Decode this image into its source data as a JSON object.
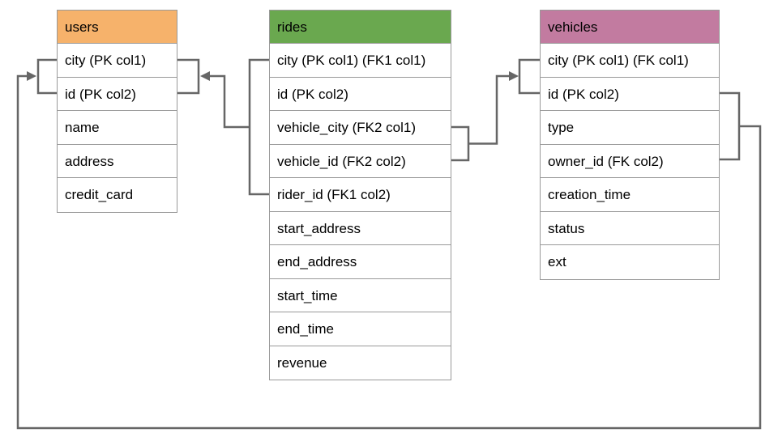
{
  "diagram": {
    "type": "entity-relationship-schema",
    "tables": [
      {
        "name": "users",
        "header_color": "#F6B26B",
        "columns": [
          "city (PK col1)",
          "id (PK col2)",
          "name",
          "address",
          "credit_card"
        ]
      },
      {
        "name": "rides",
        "header_color": "#6AA84F",
        "columns": [
          "city (PK col1) (FK1 col1)",
          "id (PK col2)",
          "vehicle_city (FK2 col1)",
          "vehicle_id (FK2 col2)",
          "rider_id (FK1 col2)",
          "start_address",
          "end_address",
          "start_time",
          "end_time",
          "revenue"
        ]
      },
      {
        "name": "vehicles",
        "header_color": "#C27BA0",
        "columns": [
          "city (PK col1) (FK col1)",
          "id (PK col2)",
          "type",
          "owner_id (FK col2)",
          "creation_time",
          "status",
          "ext"
        ]
      }
    ],
    "relationships": [
      {
        "name": "rides-to-users",
        "from_table": "rides",
        "from_columns": [
          "city (FK1 col1)",
          "rider_id (FK1 col2)"
        ],
        "to_table": "users",
        "to_columns": [
          "city (PK col1)",
          "id (PK col2)"
        ]
      },
      {
        "name": "rides-to-vehicles",
        "from_table": "rides",
        "from_columns": [
          "vehicle_city (FK2 col1)",
          "vehicle_id (FK2 col2)"
        ],
        "to_table": "vehicles",
        "to_columns": [
          "city (PK col1)",
          "id (PK col2)"
        ]
      },
      {
        "name": "vehicles-to-users",
        "from_table": "vehicles",
        "from_columns": [
          "id (PK col2)",
          "owner_id (FK col2)"
        ],
        "to_table": "users",
        "to_columns": [
          "city (PK col1)",
          "id (PK col2)"
        ]
      }
    ]
  },
  "colors": {
    "connector": "#666666",
    "cell_border": "#999999",
    "background": "#ffffff",
    "users_header": "#F6B26B",
    "rides_header": "#6AA84F",
    "vehicles_header": "#C27BA0"
  }
}
